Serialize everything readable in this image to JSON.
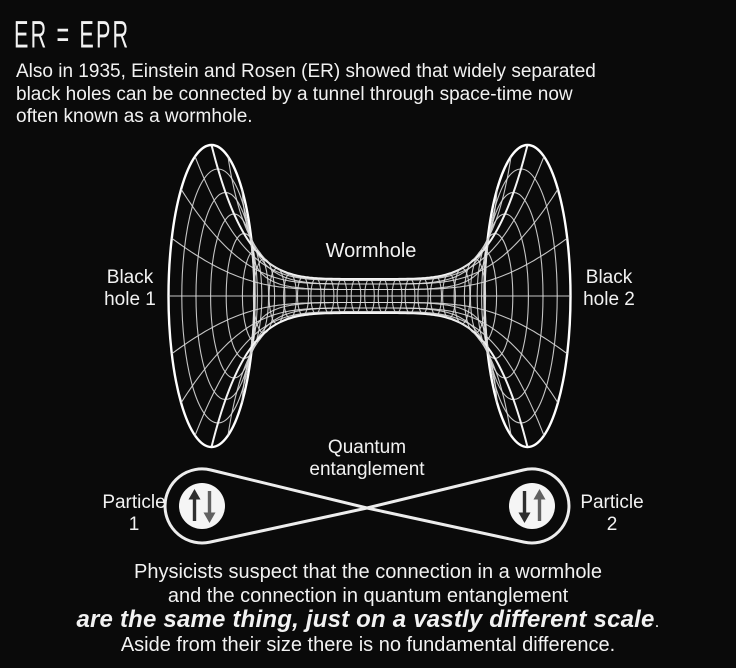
{
  "colors": {
    "background": "#0a0a0a",
    "text": "#f2f2f2",
    "wireframe": "#d9d9d9",
    "loop": "#ededed",
    "particle_fill": "#f5f5f5",
    "arrow_dark": "#2e2e2e",
    "arrow_gray": "#616161"
  },
  "header": {
    "title": "ER = EPR",
    "intro_lines": [
      "Also in 1935, Einstein and Rosen (ER) showed that widely separated",
      "black holes can be connected by a tunnel through space-time now",
      "often known as a wormhole."
    ]
  },
  "wormhole": {
    "label_black_hole_1": "Black hole 1",
    "label_wormhole": "Wormhole",
    "label_black_hole_2": "Black hole 2"
  },
  "entanglement": {
    "title": "Quantum entanglement",
    "particle_1_label": "Particle 1",
    "particle_2_label": "Particle 2",
    "particle_1_spins": [
      "up",
      "down"
    ],
    "particle_2_spins": [
      "down",
      "up"
    ]
  },
  "footer": {
    "line_1": "Physicists suspect that the connection in a wormhole",
    "line_2": "and the connection in quantum entanglement",
    "line_3_emphasis": "are the same thing, just on a vastly different scale",
    "line_3_period": ".",
    "line_4": "Aside from their size there is no fundamental difference."
  }
}
